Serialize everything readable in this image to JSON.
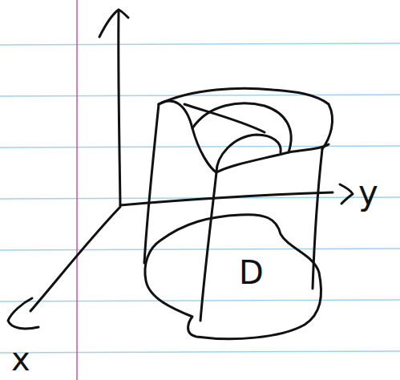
{
  "diagram": {
    "labels": [
      "y",
      "x",
      "D"
    ]
  }
}
